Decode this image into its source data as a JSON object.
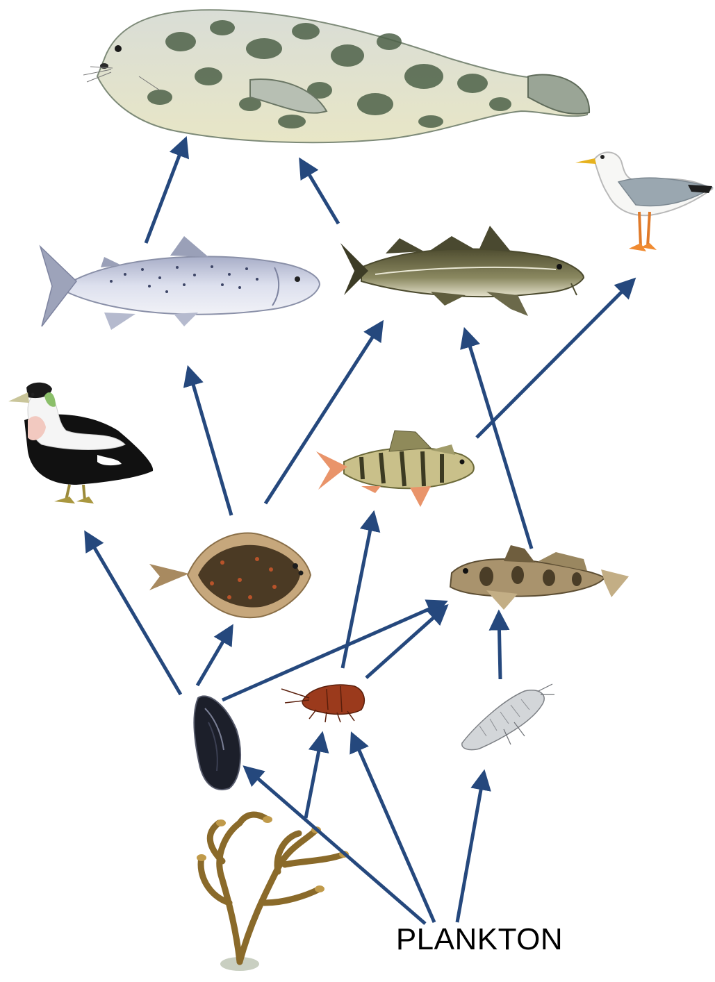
{
  "plankton_label": "PLANKTON",
  "colors": {
    "arrow": "#25487d",
    "seal_body": "#c9d1c6",
    "seal_spots": "#4e6249",
    "salmon_body": "#cdd2e2",
    "cod_body": "#6d6a45",
    "perch_body": "#c9c08a",
    "flounder_body": "#4b3a24",
    "goby_body": "#a9936d",
    "eider_black": "#111111",
    "gull_wing": "#9aa7b0",
    "mussel": "#1c1f2a",
    "amphipod": "#9b3a1c",
    "isopod": "#b9bcbf",
    "seaweed": "#8a6a2a"
  },
  "organisms": [
    {
      "id": "grey-seal",
      "icon": "seal-illustration"
    },
    {
      "id": "herring-gull",
      "icon": "gull-illustration"
    },
    {
      "id": "salmon",
      "icon": "salmon-illustration"
    },
    {
      "id": "cod",
      "icon": "cod-illustration"
    },
    {
      "id": "eider-duck",
      "icon": "eider-duck-illustration"
    },
    {
      "id": "perch",
      "icon": "perch-illustration"
    },
    {
      "id": "flounder",
      "icon": "flounder-illustration"
    },
    {
      "id": "goby",
      "icon": "goby-illustration"
    },
    {
      "id": "blue-mussel",
      "icon": "mussel-illustration"
    },
    {
      "id": "amphipod",
      "icon": "amphipod-illustration"
    },
    {
      "id": "isopod",
      "icon": "isopod-illustration"
    },
    {
      "id": "bladderwrack",
      "icon": "seaweed-illustration"
    }
  ],
  "feeding_links": [
    {
      "from": "salmon",
      "to": "grey-seal"
    },
    {
      "from": "cod",
      "to": "grey-seal"
    },
    {
      "from": "flounder",
      "to": "salmon"
    },
    {
      "from": "flounder",
      "to": "cod"
    },
    {
      "from": "goby",
      "to": "cod"
    },
    {
      "from": "perch",
      "to": "herring-gull"
    },
    {
      "from": "blue-mussel",
      "to": "eider-duck"
    },
    {
      "from": "blue-mussel",
      "to": "flounder"
    },
    {
      "from": "blue-mussel",
      "to": "goby"
    },
    {
      "from": "amphipod",
      "to": "perch"
    },
    {
      "from": "amphipod",
      "to": "goby"
    },
    {
      "from": "isopod",
      "to": "goby"
    },
    {
      "from": "plankton",
      "to": "blue-mussel"
    },
    {
      "from": "plankton",
      "to": "amphipod"
    },
    {
      "from": "plankton",
      "to": "isopod"
    },
    {
      "from": "bladderwrack",
      "to": "amphipod"
    }
  ]
}
